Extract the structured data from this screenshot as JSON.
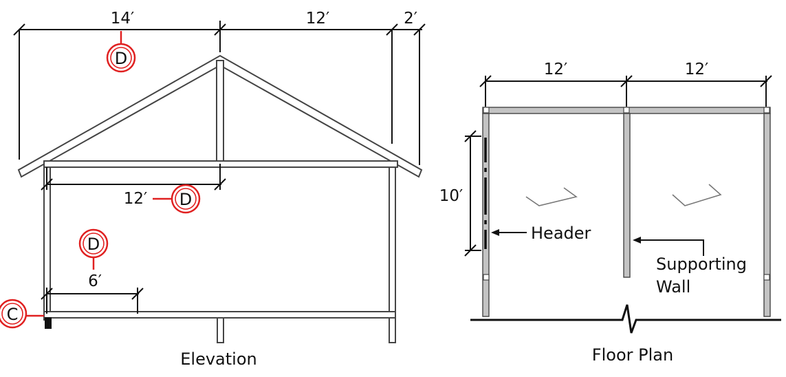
{
  "elevation": {
    "caption": "Elevation",
    "dims": {
      "top_left": "14′",
      "top_mid": "12′",
      "top_right": "2′",
      "ceiling": "12′",
      "floor": "6′"
    },
    "markers": {
      "top": "D",
      "ceiling": "D",
      "floor": "D",
      "side": "C"
    }
  },
  "floor_plan": {
    "caption": "Floor Plan",
    "dims": {
      "top_left": "12′",
      "top_right": "12′",
      "side": "10′"
    },
    "labels": {
      "header": "Header",
      "supporting_line1": "Supporting",
      "supporting_line2": "Wall"
    }
  },
  "colors": {
    "ink": "#111111",
    "callout_red": "#e02020",
    "wall_fill": "#c4c4c4",
    "frame": "#444444"
  }
}
